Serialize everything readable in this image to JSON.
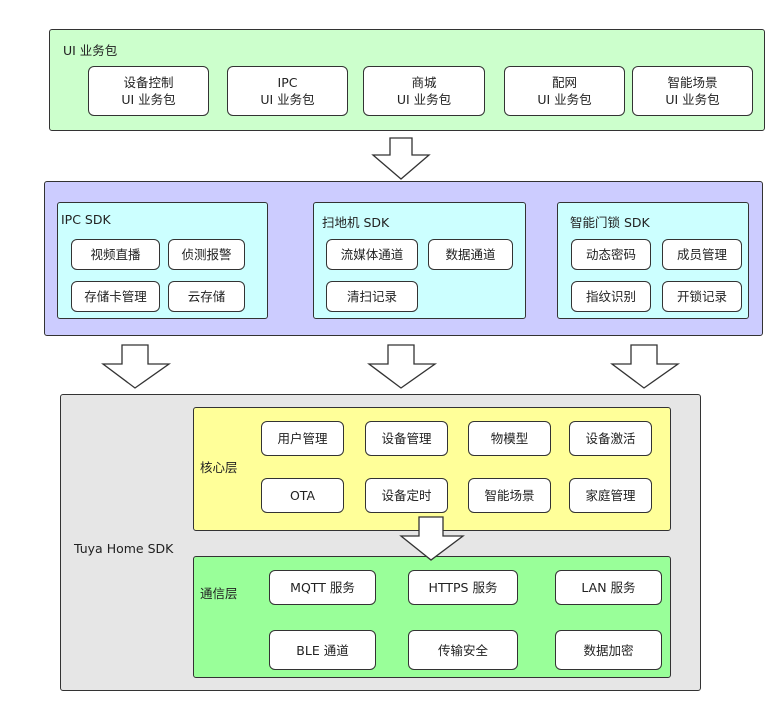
{
  "ui_packages": {
    "title": "UI 业务包",
    "items": [
      "设备控制\nUI 业务包",
      "IPC\nUI 业务包",
      "商城\nUI 业务包",
      "配网\nUI 业务包",
      "智能场景\nUI 业务包"
    ]
  },
  "biz_sdks": {
    "ipc": {
      "title": "IPC SDK",
      "items": [
        "视频直播",
        "侦测报警",
        "存储卡管理",
        "云存储"
      ]
    },
    "sweeper": {
      "title": "扫地机 SDK",
      "items": [
        "流媒体通道",
        "数据通道",
        "清扫记录"
      ]
    },
    "lock": {
      "title": "智能门锁 SDK",
      "items": [
        "动态密码",
        "成员管理",
        "指纹识别",
        "开锁记录"
      ]
    }
  },
  "home_sdk": {
    "title": "Tuya Home SDK",
    "core": {
      "title": "核心层",
      "items": [
        "用户管理",
        "设备管理",
        "物模型",
        "设备激活",
        "OTA",
        "设备定时",
        "智能场景",
        "家庭管理"
      ]
    },
    "comm": {
      "title": "通信层",
      "items": [
        "MQTT 服务",
        "HTTPS 服务",
        "LAN 服务",
        "BLE 通道",
        "传输安全",
        "数据加密"
      ]
    }
  },
  "colors": {
    "ui_layer": "#ccffcc",
    "biz_layer": "#ccccff",
    "sdk_group": "#ccffff",
    "home_layer": "#e6e6e6",
    "core_layer": "#ffff99",
    "comm_layer": "#99ff99"
  }
}
